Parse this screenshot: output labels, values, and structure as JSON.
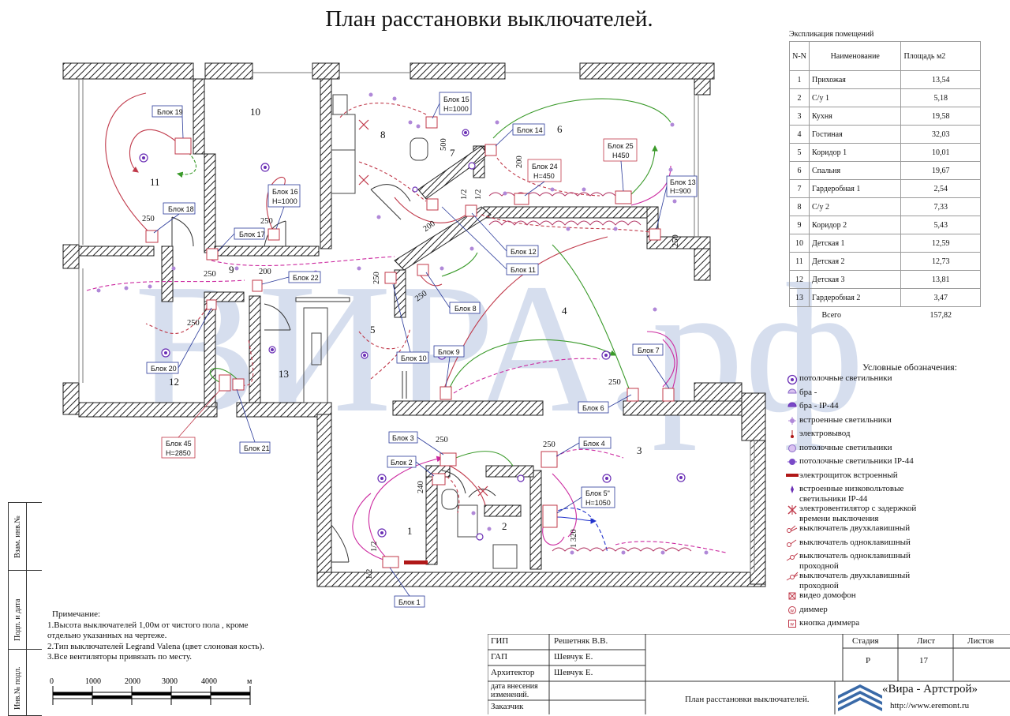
{
  "title": "План расстановки выключателей.",
  "watermark": "ВИРА.рф",
  "explication": {
    "title": "Экспликация помещений",
    "headers": {
      "num": "N-N",
      "name": "Наименование",
      "area": "Площадь м2"
    },
    "rows": [
      {
        "num": "1",
        "name": "Прихожая",
        "area": "13,54"
      },
      {
        "num": "2",
        "name": "С/у 1",
        "area": "5,18"
      },
      {
        "num": "3",
        "name": "Кухня",
        "area": "19,58"
      },
      {
        "num": "4",
        "name": "Гостиная",
        "area": "32,03"
      },
      {
        "num": "5",
        "name": "Коридор 1",
        "area": "10,01"
      },
      {
        "num": "6",
        "name": "Спальня",
        "area": "19,67"
      },
      {
        "num": "7",
        "name": "Гардеробная 1",
        "area": "2,54"
      },
      {
        "num": "8",
        "name": "С/у 2",
        "area": "7,33"
      },
      {
        "num": "9",
        "name": "Коридор 2",
        "area": "5,43"
      },
      {
        "num": "10",
        "name": "Детская 1",
        "area": "12,59"
      },
      {
        "num": "11",
        "name": "Детская 2",
        "area": "12,73"
      },
      {
        "num": "12",
        "name": "Детская 3",
        "area": "13,81"
      },
      {
        "num": "13",
        "name": "Гардеробная 2",
        "area": "3,47"
      }
    ],
    "total_label": "Всего",
    "total_value": "157,82"
  },
  "legend": {
    "title": "Условные обозначения:",
    "items": [
      {
        "icon": "ceiling-light-icon",
        "label": "потолочные светильники"
      },
      {
        "icon": "wall-sconce-icon",
        "label": "бра -"
      },
      {
        "icon": "wall-sconce-ip44-icon",
        "label": "бра -  IP-44"
      },
      {
        "icon": "recessed-light-icon",
        "label": "встроенные светильники"
      },
      {
        "icon": "power-outlet-icon",
        "label": "электровывод"
      },
      {
        "icon": "ceiling-light-alt-icon",
        "label": "потолочные светильники"
      },
      {
        "icon": "ceiling-light-ip44-icon",
        "label": "потолочные светильники IP-44"
      },
      {
        "icon": "distribution-board-icon",
        "label": "электрощиток встроенный"
      },
      {
        "icon": "low-voltage-light-icon",
        "label": "встроенные низковольтовые светильники IP-44"
      },
      {
        "icon": "fan-icon",
        "label": "электровентилятор с задержкой времени выключения"
      },
      {
        "icon": "double-switch-icon",
        "label": "выключатель двухклавишный"
      },
      {
        "icon": "single-switch-icon",
        "label": "выключатель  одноклавишный"
      },
      {
        "icon": "single-pass-switch-icon",
        "label": "выключатель  одноклавишный проходной"
      },
      {
        "icon": "double-pass-switch-icon",
        "label": "выключатель  двухклавишный проходной"
      },
      {
        "icon": "intercom-icon",
        "label": "видео домофон"
      },
      {
        "icon": "dimmer-icon",
        "label": "диммер"
      },
      {
        "icon": "dimmer-button-icon",
        "label": "кнопка диммера"
      }
    ]
  },
  "notes": {
    "heading": "Примечание:",
    "lines": [
      "1.Высота выключателей 1,00м от   чистого пола , кроме",
      "отдельно указанных на чертеже.",
      "2.Тип выключателей Legrand Valena (цвет слоновая кость).",
      "3.Все вентиляторы привязать по месту."
    ]
  },
  "scale_bar": {
    "ticks": [
      "0",
      "1000",
      "2000",
      "3000",
      "4000"
    ],
    "unit": "м"
  },
  "stamp": {
    "roles": [
      {
        "role": "ГИП",
        "person": "Решетняк В.В."
      },
      {
        "role": "ГАП",
        "person": "Шевчук Е."
      },
      {
        "role": "Архитектор",
        "person": "Шевчук Е."
      },
      {
        "role": "дата  внесения изменений.",
        "person": ""
      },
      {
        "role": "Заказчик",
        "person": ""
      }
    ],
    "stage_label": "Стадия",
    "sheet_label": "Лист",
    "sheets_label": "Листов",
    "stage_value": "Р",
    "sheet_value": "17",
    "sheets_value": "",
    "drawing_title": "План расстановки выключателей.",
    "company": "«Вира - Артстрой»",
    "website": "http://www.eremont.ru"
  },
  "side_strip": {
    "labels": [
      "Взам. инв.№",
      "Подп. и дата",
      "Инв.№ подл."
    ]
  },
  "plan": {
    "rooms": [
      {
        "id": "1",
        "color": "#111"
      },
      {
        "id": "2"
      },
      {
        "id": "3"
      },
      {
        "id": "4"
      },
      {
        "id": "5"
      },
      {
        "id": "6"
      },
      {
        "id": "7"
      },
      {
        "id": "8"
      },
      {
        "id": "9"
      },
      {
        "id": "10"
      },
      {
        "id": "11"
      },
      {
        "id": "12"
      },
      {
        "id": "13"
      }
    ],
    "blocks": {
      "b1": "Блок 1",
      "b2": "Блок 2",
      "b3": "Блок 3",
      "b4": "Блок 4",
      "b5": "Блок 5\"",
      "b5h": "H=1050",
      "b6": "Блок 6",
      "b7": "Блок 7",
      "b8": "Блок 8",
      "b9": "Блок 9",
      "b10": "Блок 10",
      "b11": "Блок 11",
      "b12": "Блок 12",
      "b13": "Блок 13",
      "b13h": "H=900",
      "b14": "Блок 14",
      "b15": "Блок 15",
      "b15h": "H=1000",
      "b16": "Блок 16",
      "b16h": "H=1000",
      "b17": "Блок 17",
      "b18": "Блок 18",
      "b19": "Блок 19",
      "b20": "Блок 20",
      "b21": "Блок 21",
      "b22": "Блок 22",
      "b24": "Блок 24",
      "b24h": "H=450",
      "b25": "Блок 25",
      "b25h": "H450",
      "b45": "Блок 45",
      "b45h": "H=2850"
    },
    "dims": {
      "d250": "250",
      "d200": "200",
      "d500": "500",
      "d240": "240",
      "d1320": "1 320",
      "d12": "1/2"
    },
    "colors": {
      "wall": "#222222",
      "wire_magenta": "#cc2aa0",
      "wire_green": "#3a9a2a",
      "wire_red": "#c0394a",
      "wire_blue": "#2233cc",
      "wire_pink": "#b03060",
      "label_blue": "#2a3a9a",
      "watermark": "#c9d4e9",
      "light": "#6a2fb5"
    }
  }
}
